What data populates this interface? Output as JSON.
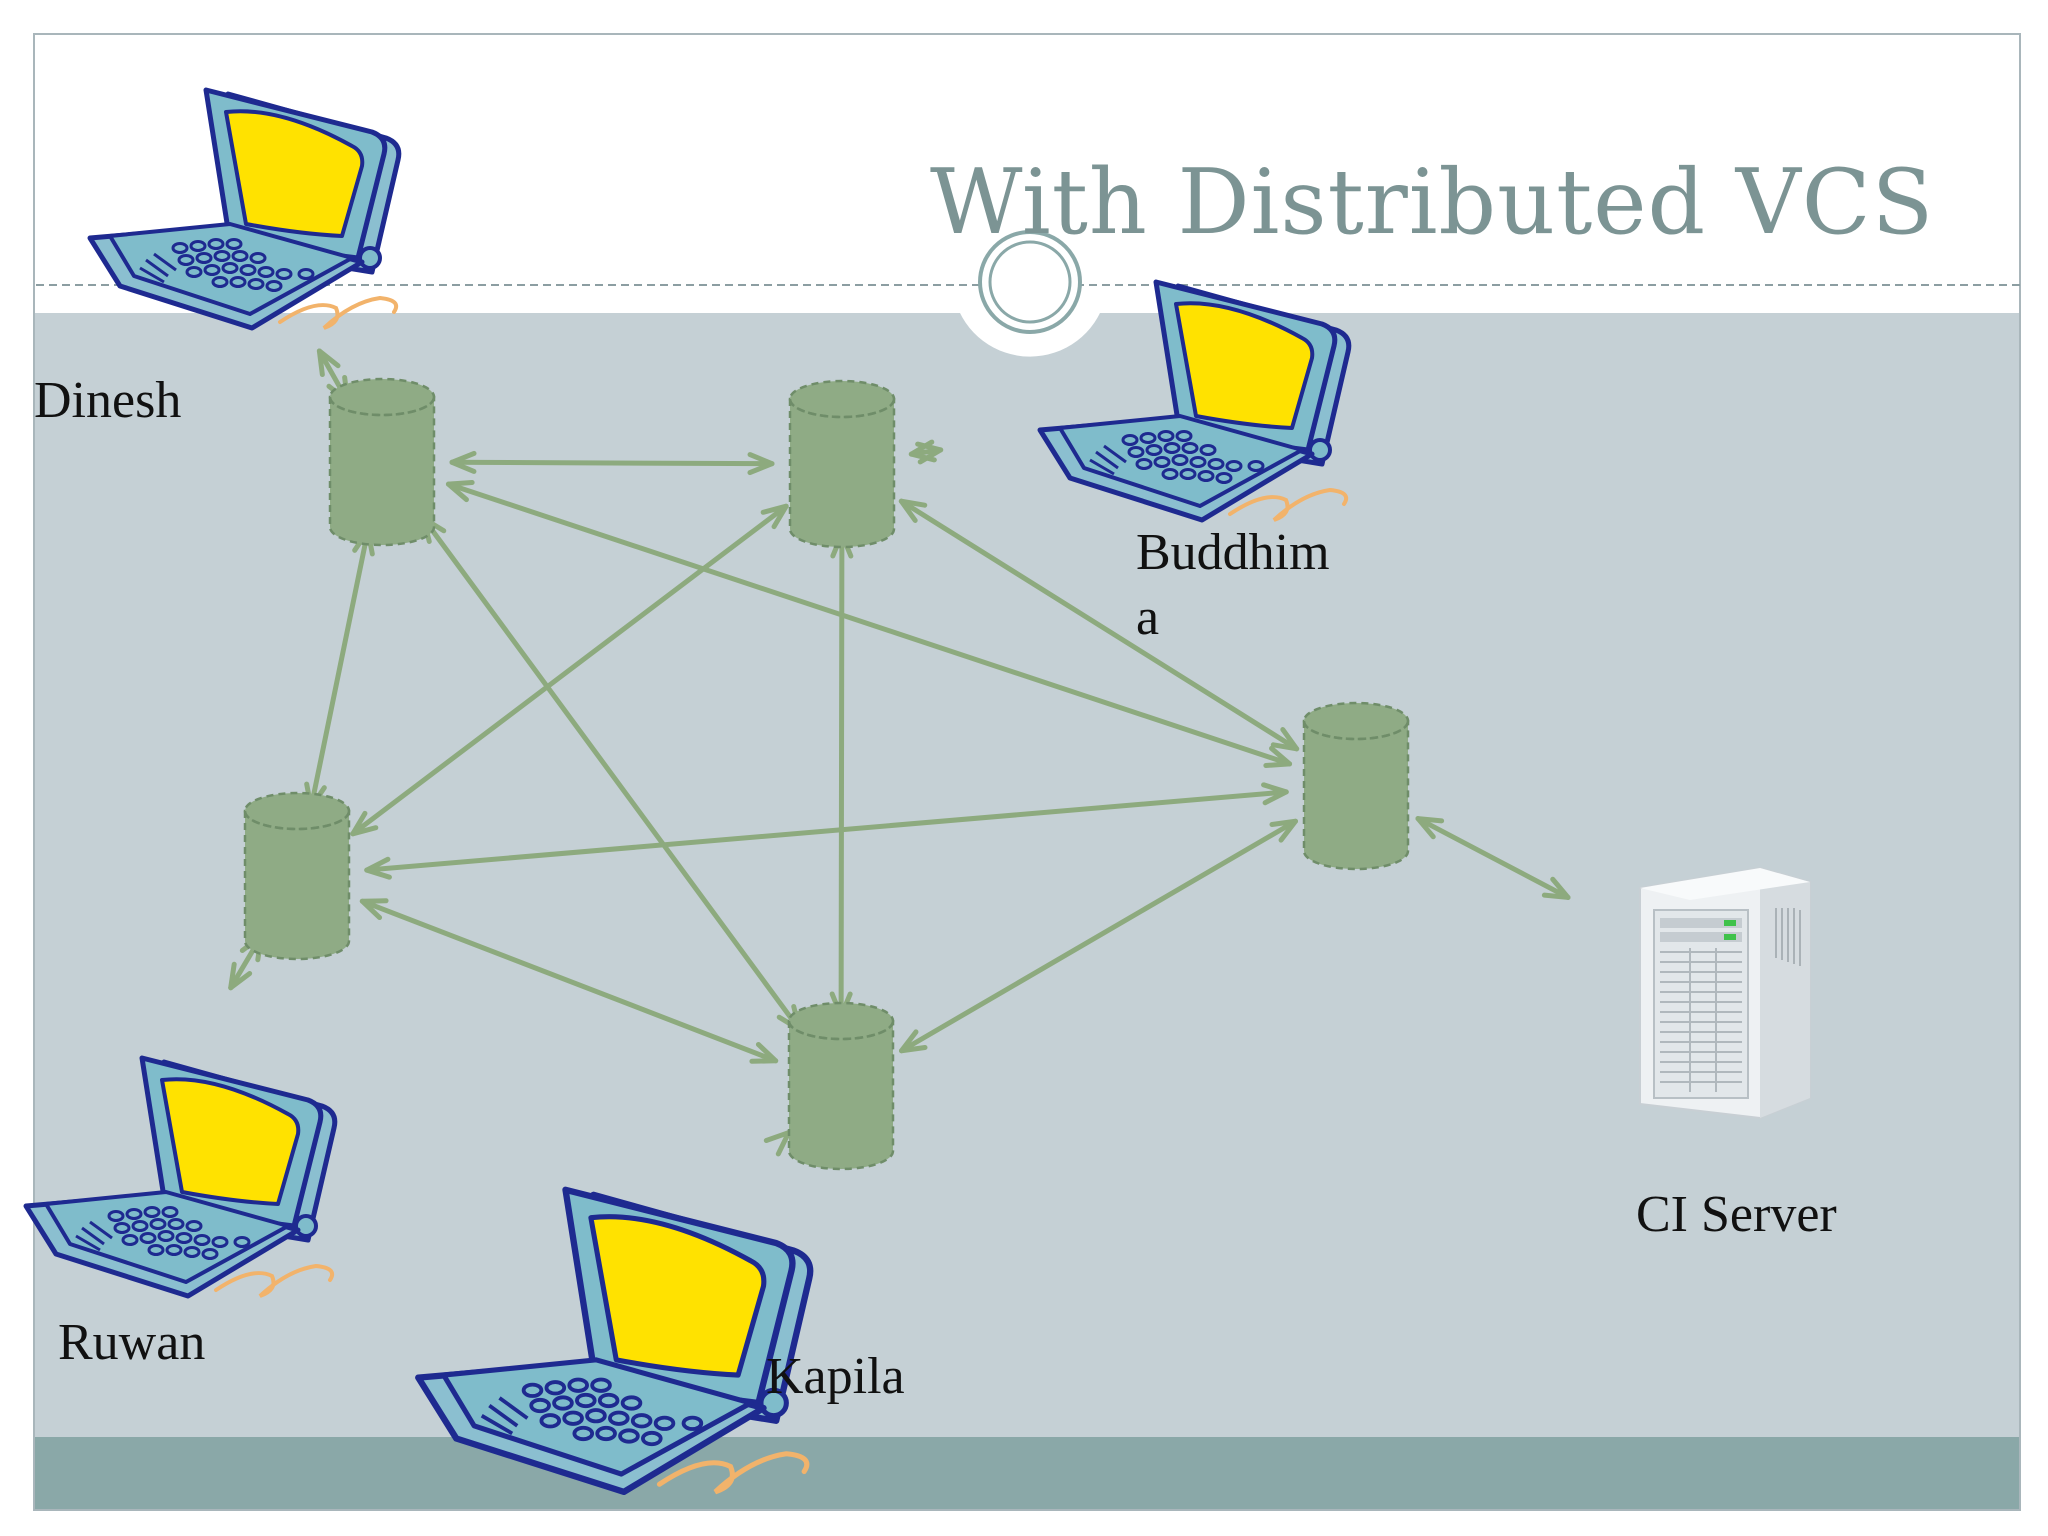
{
  "slide": {
    "title": "With Distributed VCS"
  },
  "labels": {
    "dinesh": "Dinesh",
    "buddhima_line1": "Buddhim",
    "buddhima_line2": "a",
    "ruwan": "Ruwan",
    "kapila": "Kapila",
    "ci_server": "CI Server"
  },
  "nodes": [
    {
      "id": "repo-dinesh",
      "type": "repository"
    },
    {
      "id": "repo-buddhima",
      "type": "repository"
    },
    {
      "id": "repo-ruwan",
      "type": "repository"
    },
    {
      "id": "repo-central-right",
      "type": "repository"
    },
    {
      "id": "repo-kapila",
      "type": "repository"
    },
    {
      "id": "laptop-dinesh",
      "type": "laptop-icon"
    },
    {
      "id": "laptop-buddhima",
      "type": "laptop-icon"
    },
    {
      "id": "laptop-ruwan",
      "type": "laptop-icon"
    },
    {
      "id": "laptop-kapila",
      "type": "laptop-icon"
    },
    {
      "id": "ci-server",
      "type": "server-icon"
    }
  ],
  "edges": [
    [
      "laptop-dinesh",
      "repo-dinesh"
    ],
    [
      "laptop-buddhima",
      "repo-buddhima"
    ],
    [
      "laptop-ruwan",
      "repo-ruwan"
    ],
    [
      "laptop-kapila",
      "repo-kapila"
    ],
    [
      "repo-central-right",
      "ci-server"
    ],
    [
      "repo-dinesh",
      "repo-buddhima"
    ],
    [
      "repo-dinesh",
      "repo-ruwan"
    ],
    [
      "repo-dinesh",
      "repo-central-right"
    ],
    [
      "repo-dinesh",
      "repo-kapila"
    ],
    [
      "repo-buddhima",
      "repo-ruwan"
    ],
    [
      "repo-buddhima",
      "repo-central-right"
    ],
    [
      "repo-buddhima",
      "repo-kapila"
    ],
    [
      "repo-ruwan",
      "repo-central-right"
    ],
    [
      "repo-ruwan",
      "repo-kapila"
    ],
    [
      "repo-kapila",
      "repo-central-right"
    ]
  ],
  "colors": {
    "content_bg": "#c5d0d5",
    "footer_band": "#8aa8a8",
    "title_text": "#7c9494",
    "repo_fill": "#8fab85",
    "arrow": "#8daa7e",
    "laptop_screen": "#ffe200",
    "laptop_body": "#7fbccb",
    "laptop_outline": "#1e2a90"
  }
}
